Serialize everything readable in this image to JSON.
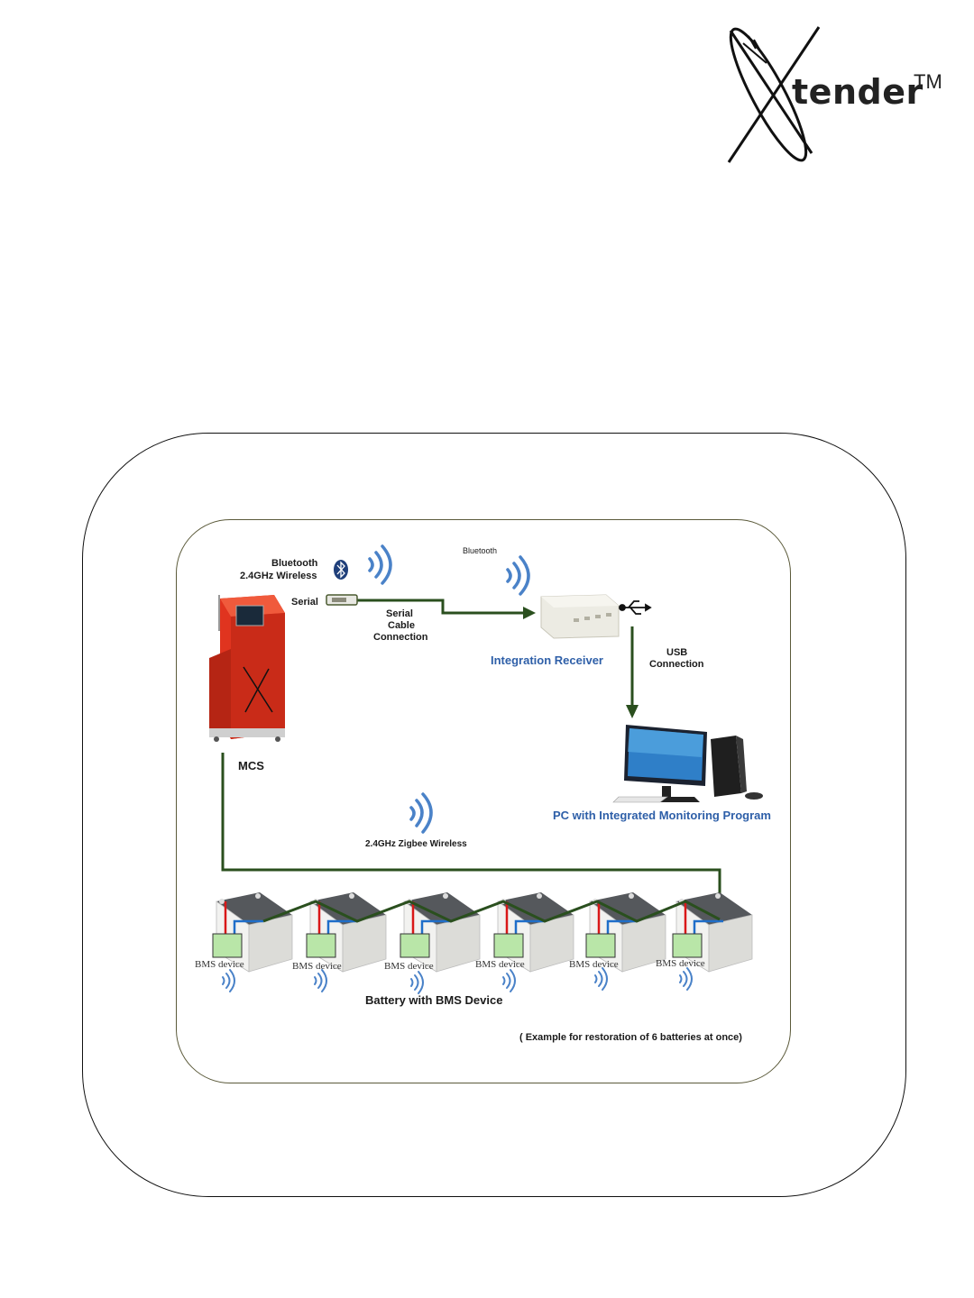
{
  "logo": {
    "word": "tender",
    "tm": "TM"
  },
  "labels": {
    "bluetooth_wireless_1": "Bluetooth",
    "bluetooth_wireless_2": "2.4GHz Wireless",
    "serial": "Serial",
    "serial_cable_1": "Serial",
    "serial_cable_2": "Cable",
    "serial_cable_3": "Connection",
    "bluetooth_top": "Bluetooth",
    "integration_receiver": "Integration Receiver",
    "usb_1": "USB",
    "usb_2": "Connection",
    "mcs": "MCS",
    "pc_program": "PC with Integrated Monitoring Program",
    "zigbee": "2.4GHz Zigbee  Wireless",
    "battery_caption": "Battery with  BMS Device",
    "example_note": "( Example  for restoration of 6 batteries at once)"
  },
  "bms_devices": [
    "BMS device",
    "BMS device",
    "BMS device",
    "BMS device",
    "BMS device",
    "BMS device"
  ],
  "colors": {
    "link": "#2a4f1e",
    "wireless": "#4a82c8",
    "label_blue": "#2e5fa8",
    "kiosk": "#e0341f",
    "bms_box": "#b9e6a8"
  }
}
